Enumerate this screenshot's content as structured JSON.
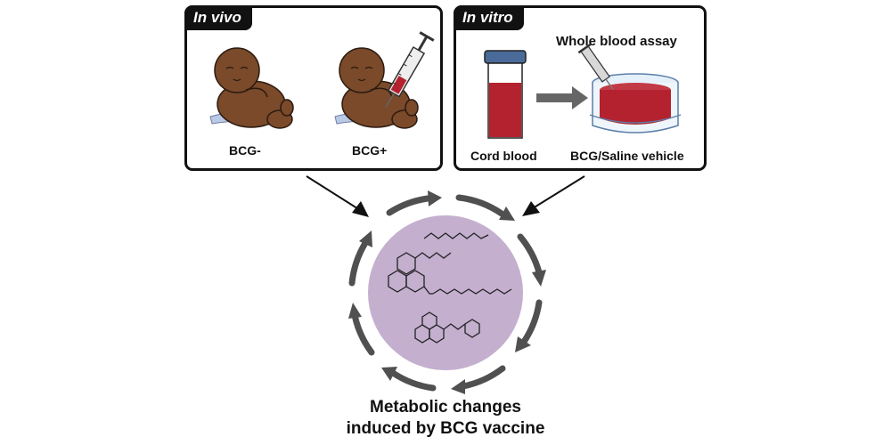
{
  "in_vivo": {
    "tab": "In vivo",
    "left_label": "BCG-",
    "right_label": "BCG+"
  },
  "in_vitro": {
    "tab": "In vitro",
    "title": "Whole blood assay",
    "left_label": "Cord blood",
    "right_label": "BCG/Saline vehicle"
  },
  "caption": {
    "line1": "Metabolic changes",
    "line2": "induced by BCG vaccine"
  },
  "colors": {
    "circle_fill": "#c4afcf",
    "blood": "#b3222e",
    "skin": "#7a4a2a",
    "arrow_gray": "#505050"
  }
}
